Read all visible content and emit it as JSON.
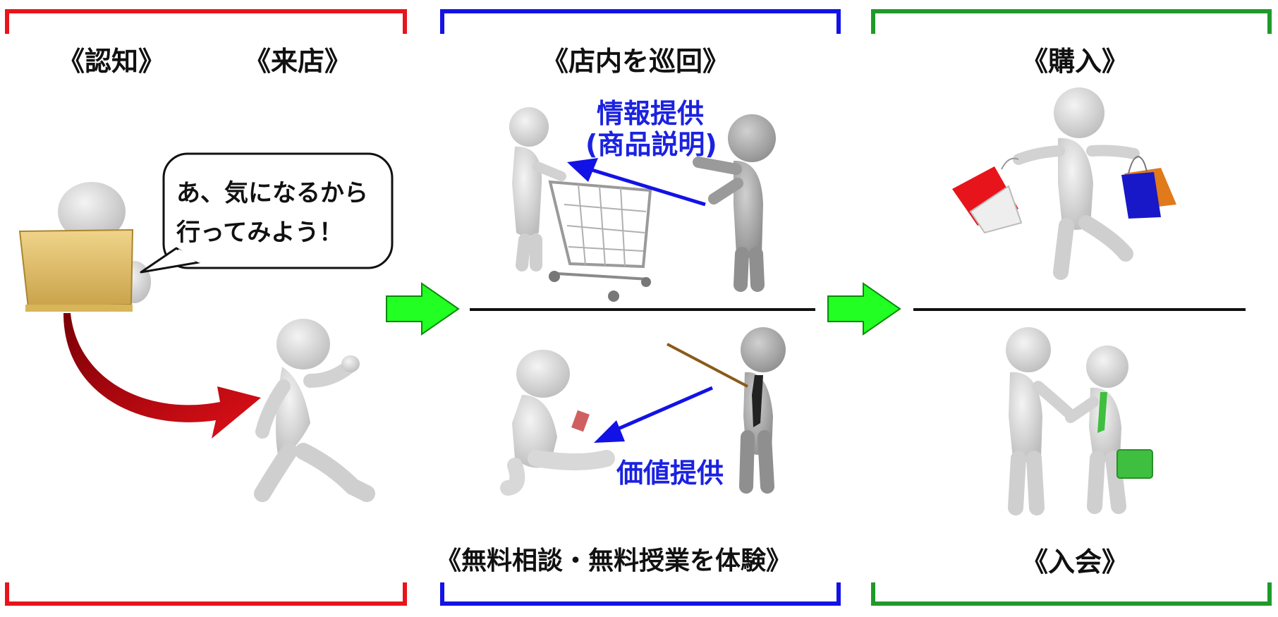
{
  "stages": [
    {
      "id": "awareness",
      "label": "《認知》",
      "bracket_color": "#e8141b"
    },
    {
      "id": "visit",
      "label": "《来店》",
      "bracket_color": "#e8141b"
    },
    {
      "id": "tour",
      "label": "《店内を巡回》",
      "bracket_color": "#1212e6"
    },
    {
      "id": "consult",
      "label": "《無料相談・無料授業を体験》",
      "bracket_color": "#1212e6"
    },
    {
      "id": "purchase",
      "label": "《購入》",
      "bracket_color": "#1f9a2a"
    },
    {
      "id": "join",
      "label": "《入会》",
      "bracket_color": "#1f9a2a"
    }
  ],
  "speech_bubble": {
    "line1": "あ、気になるから",
    "line2": "行ってみよう！"
  },
  "annotations": {
    "info_line1": "情報提供",
    "info_line2": "(商品説明)",
    "value": "価値提供"
  },
  "colors": {
    "red": "#e8141b",
    "blue": "#1212e6",
    "green": "#1f9a2a",
    "arrow_green": "#22ff22",
    "curve_red": "#c8000a",
    "figure": "#d9d9d9"
  }
}
